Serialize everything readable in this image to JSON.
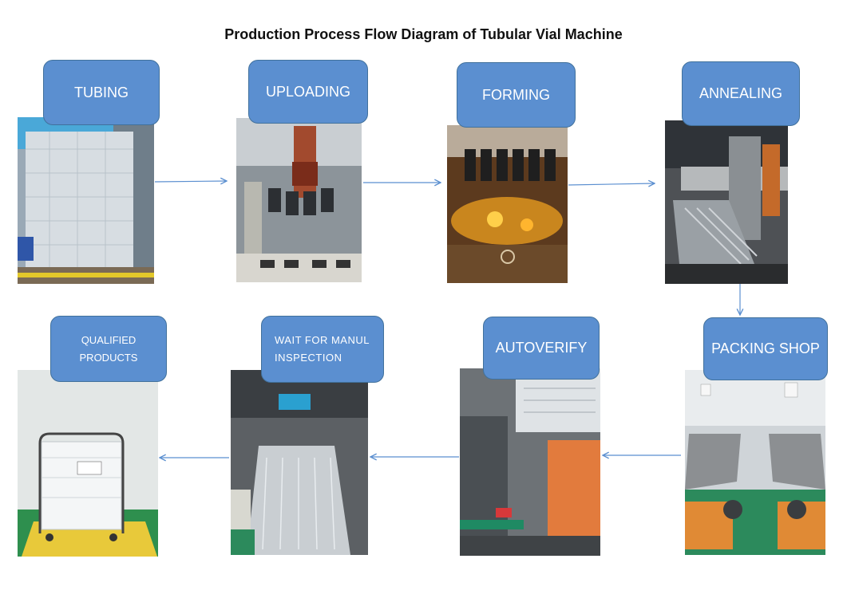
{
  "title": "Production Process Flow Diagram of Tubular Vial Machine",
  "steps": [
    {
      "label": "TUBING"
    },
    {
      "label": "UPLOADING"
    },
    {
      "label": "FORMING"
    },
    {
      "label": "ANNEALING"
    },
    {
      "label": "PACKING SHOP"
    },
    {
      "label": "AUTOVERIFY"
    },
    {
      "label": "WAIT FOR MANUL INSPECTION"
    },
    {
      "label": "QUALIFIED PRODUCTS"
    }
  ],
  "colors": {
    "box_fill": "#5b8fd0",
    "box_border": "#41719c",
    "arrow": "#5b8fd0"
  }
}
